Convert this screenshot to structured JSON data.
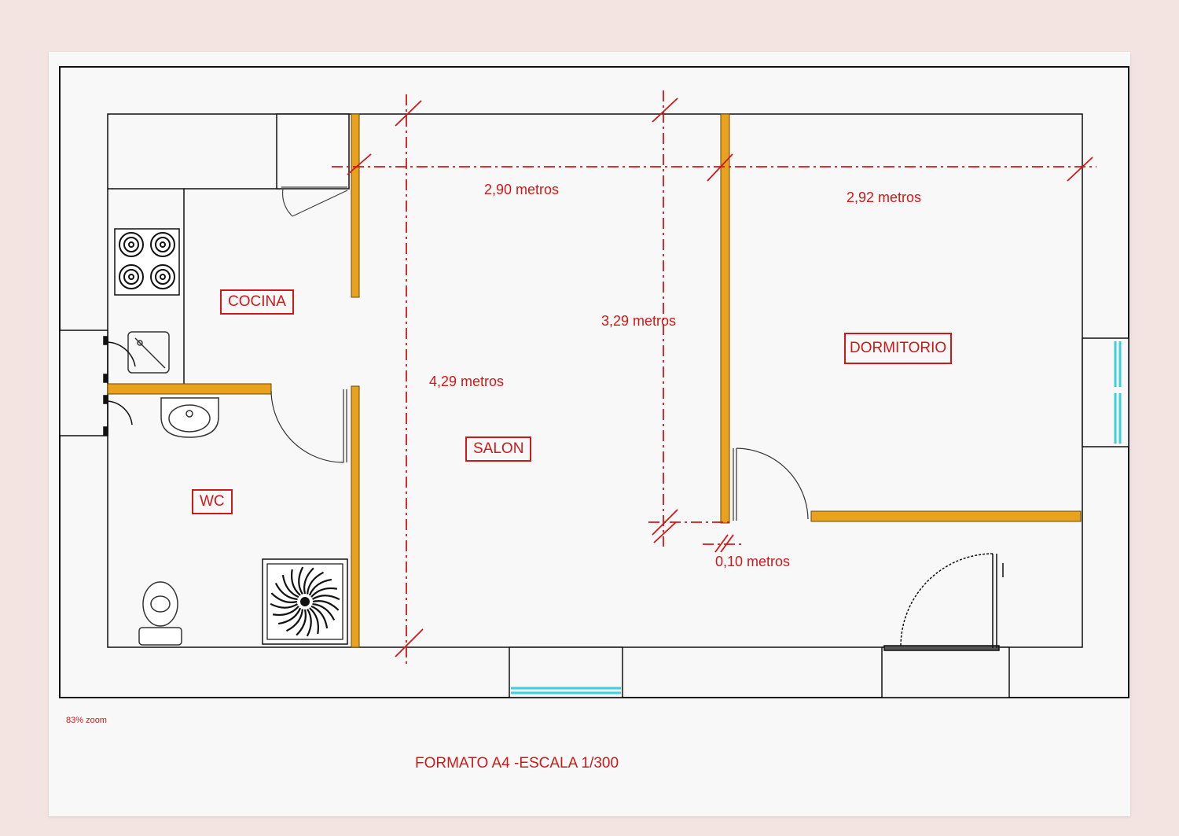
{
  "rooms": {
    "cocina": "COCINA",
    "wc": "WC",
    "salon": "SALON",
    "dormitorio": "DORMITORIO"
  },
  "dimensions": {
    "salon_width": "2,90 metros",
    "dormitorio_width": "2,92 metros",
    "dormitorio_depth": "3,29 metros",
    "salon_depth": "4,29 metros",
    "wall_thickness": "0,10 metros"
  },
  "footer": {
    "zoom": "83% zoom",
    "format": "FORMATO A4 -ESCALA 1/300"
  },
  "colors": {
    "wall": "#e9a21d",
    "dimension": "#d01818",
    "glass": "#39d0e0",
    "line": "#111111"
  }
}
